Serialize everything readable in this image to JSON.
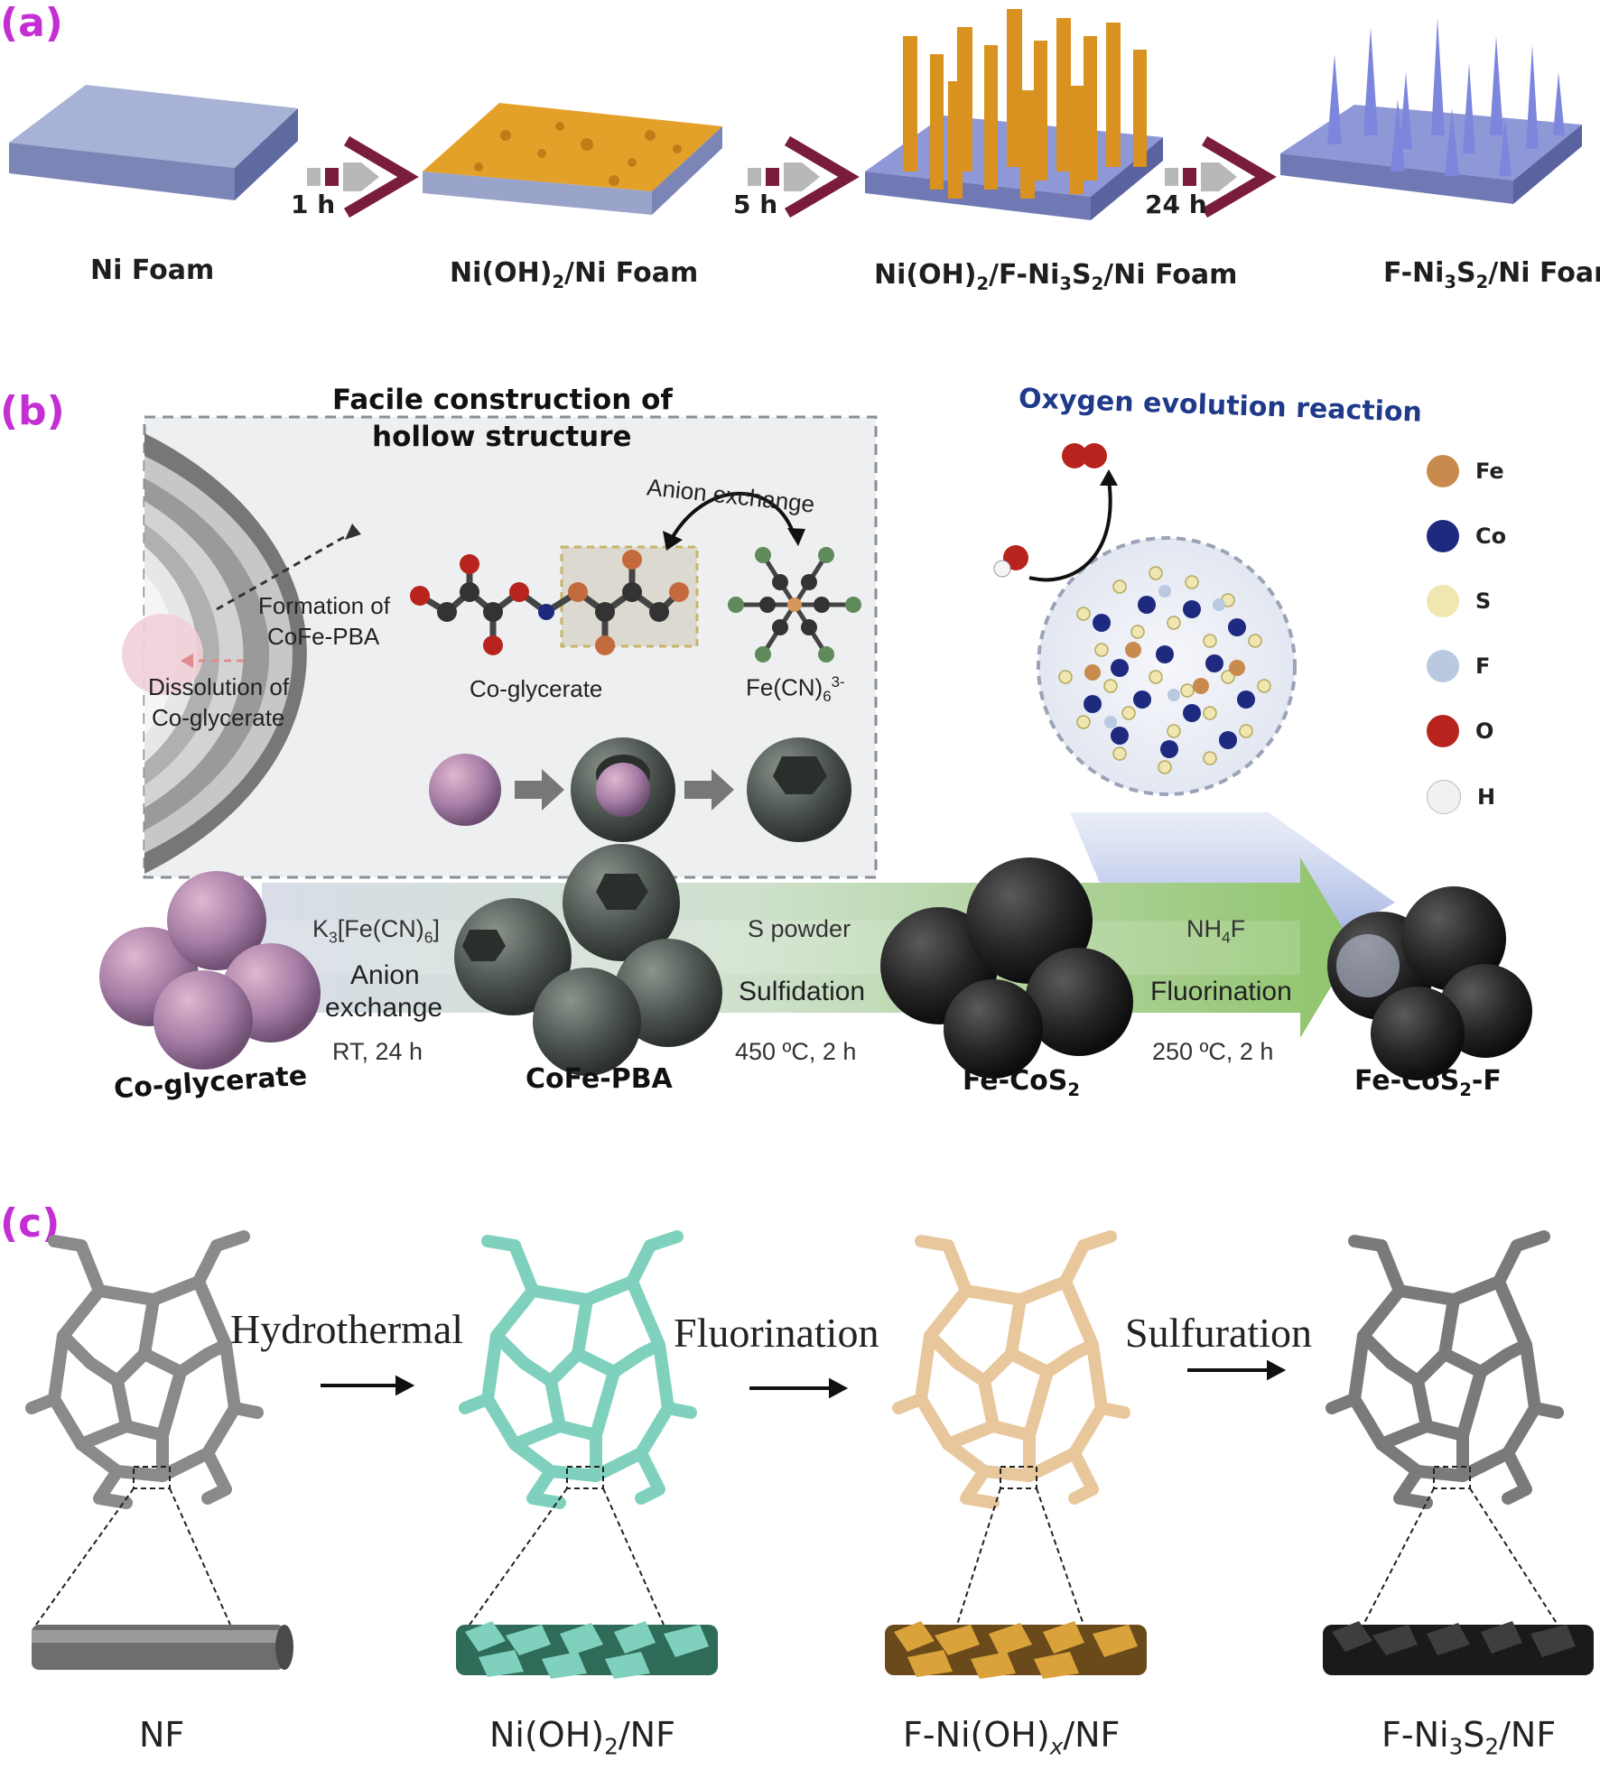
{
  "panel_a": {
    "label": "(a)",
    "times": [
      "1 h",
      "5 h",
      "24 h"
    ],
    "stages": [
      {
        "main": "Ni Foam",
        "parts": []
      },
      {
        "main": "",
        "parts": [
          "Ni(OH)",
          "2",
          "/Ni Foam"
        ]
      },
      {
        "main": "",
        "parts": [
          "Ni(OH)",
          "2",
          "/F-Ni",
          "3",
          "S",
          "2",
          "/Ni Foam"
        ]
      },
      {
        "main": "",
        "parts": [
          "F-Ni",
          "3",
          "S",
          "2",
          "/Ni Foam"
        ]
      }
    ]
  },
  "panel_b": {
    "label": "(b)",
    "box_title_line1": "Facile construction of",
    "box_title_line2": "hollow structure",
    "anion_exchange_label": "Anion exchange",
    "formation_line1": "Formation of",
    "formation_line2": "CoFe-PBA",
    "dissolution_line1": "Dissolution of",
    "dissolution_line2": "Co-glycerate",
    "co_glycerate_mol": "Co-glycerate",
    "fecn_main": "Fe(CN)",
    "fecn_sub": "6",
    "fecn_sup": "3-",
    "oer_title": "Oxygen evolution reaction",
    "legend": [
      {
        "symbol": "Fe",
        "color": "#c98a4e"
      },
      {
        "symbol": "Co",
        "color": "#1d2a80"
      },
      {
        "symbol": "S",
        "color": "#efe6b0"
      },
      {
        "symbol": "F",
        "color": "#b9c9e0"
      },
      {
        "symbol": "O",
        "color": "#b8231d"
      },
      {
        "symbol": "H",
        "color": "#f1f1f1"
      }
    ],
    "step1_top_main": "K",
    "step1_top_sub1": "3",
    "step1_top_mid": "[Fe(CN)",
    "step1_top_sub2": "6",
    "step1_top_end": "]",
    "step1_mid_line1": "Anion",
    "step1_mid_line2": "exchange",
    "step1_bottom": "RT, 24 h",
    "step2_top": "S powder",
    "step2_mid": "Sulfidation",
    "step2_bottom": "450 ºC, 2 h",
    "step3_top_main": "NH",
    "step3_top_sub": "4",
    "step3_top_end": "F",
    "step3_mid": "Fluorination",
    "step3_bottom": "250 ºC, 2 h",
    "product1": "Co-glycerate",
    "product2": "CoFe-PBA",
    "product3_main": "Fe-CoS",
    "product3_sub": "2",
    "product4_main": "Fe-CoS",
    "product4_sub": "2",
    "product4_end": "-F"
  },
  "panel_c": {
    "label": "(c)",
    "steps": [
      "Hydrothermal",
      "Fluorination",
      "Sulfuration"
    ],
    "nf": "NF",
    "ni_oh2_main": "Ni(OH)",
    "ni_oh2_sub": "2",
    "ni_oh2_end": "/NF",
    "fnioh_main": "F-Ni(OH)",
    "fnioh_sub": "x",
    "fnioh_end": "/NF",
    "fni3s2_main": "F-Ni",
    "fni3s2_sub1": "3",
    "fni3s2_mid": "S",
    "fni3s2_sub2": "2",
    "fni3s2_end": "/NF",
    "colors": {
      "nf": "#8a8a8a",
      "nioh": "#7fd1bd",
      "fnioh": "#e8c79c",
      "fni3s2": "#7a7a7a"
    }
  }
}
